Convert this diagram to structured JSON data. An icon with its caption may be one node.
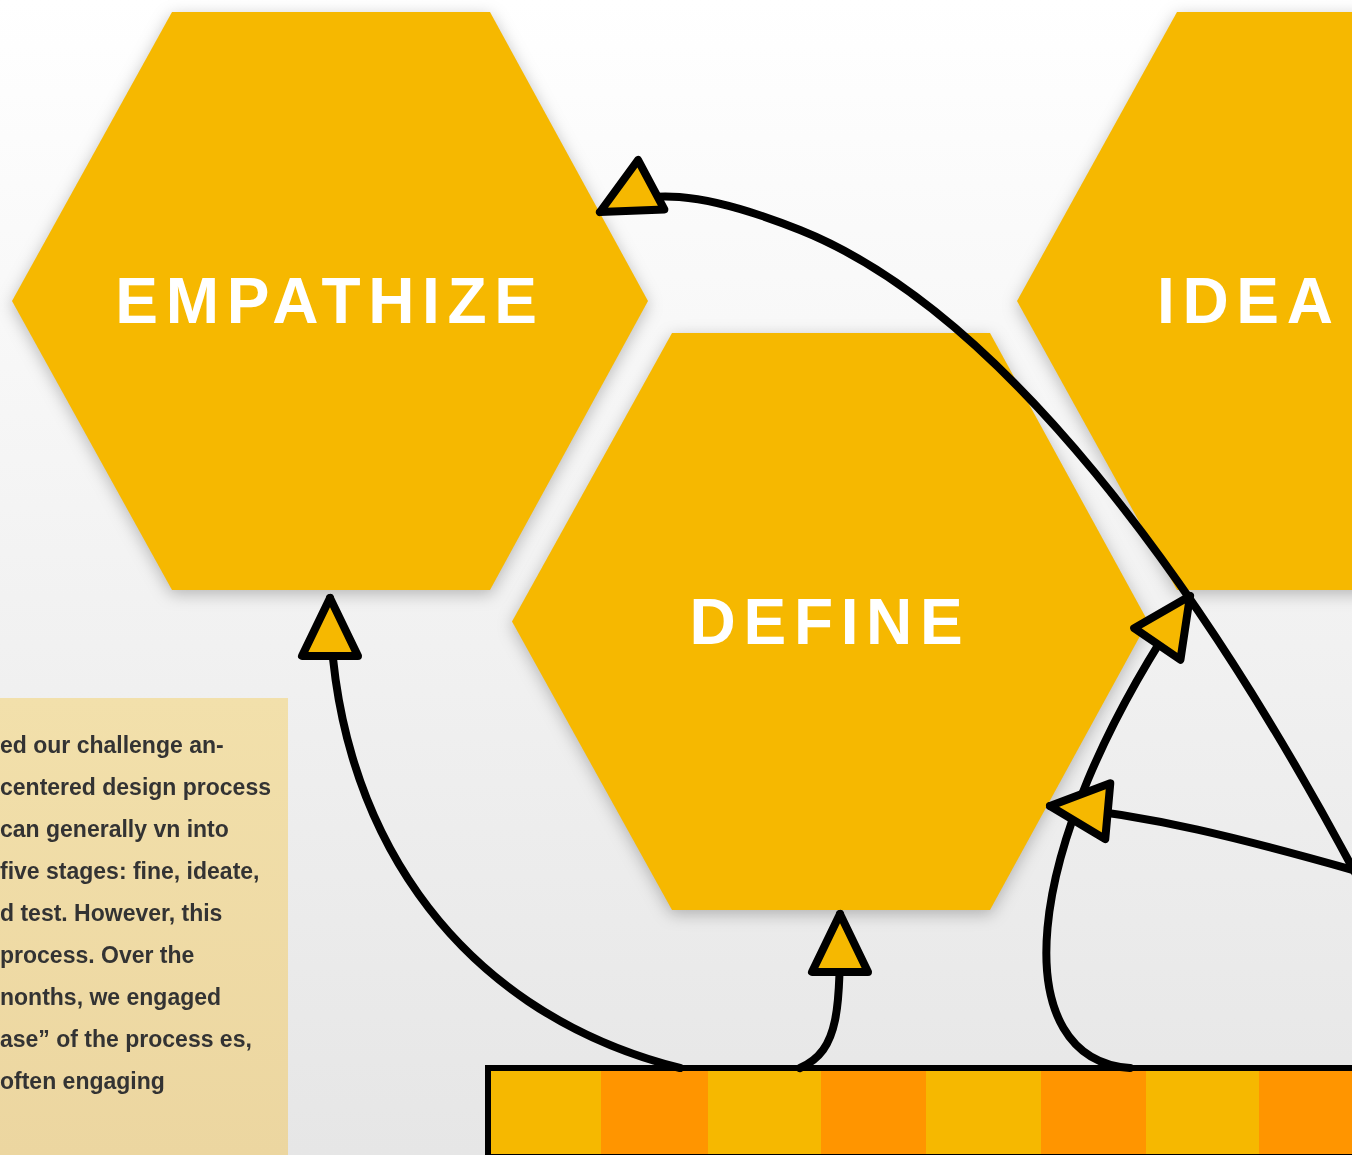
{
  "diagram": {
    "nodes": [
      {
        "text": [
          "EMPATHIZE"
        ]
      },
      {
        "text": [
          "IDEA"
        ]
      },
      {
        "text": [
          "DEFINE"
        ]
      },
      {
        "text": [
          "ed our challenge an-centered design process can generally vn into five stages: fine, ideate, d test. However, this process. Over the nonths, we engaged ase” of the process es, often engaging"
        ]
      },
      {
        "text": [],
        "shape": "bar"
      }
    ],
    "edges": [
      {
        "from": 4,
        "to": 0,
        "arrow": "to"
      },
      {
        "from": 4,
        "to": 2,
        "arrow": "to"
      },
      {
        "from": 4,
        "to": 1,
        "arrow": "to"
      },
      {
        "from": null,
        "to": 2,
        "arrow": "to"
      },
      {
        "from": null,
        "to": 0,
        "arrow": "to"
      }
    ]
  }
}
